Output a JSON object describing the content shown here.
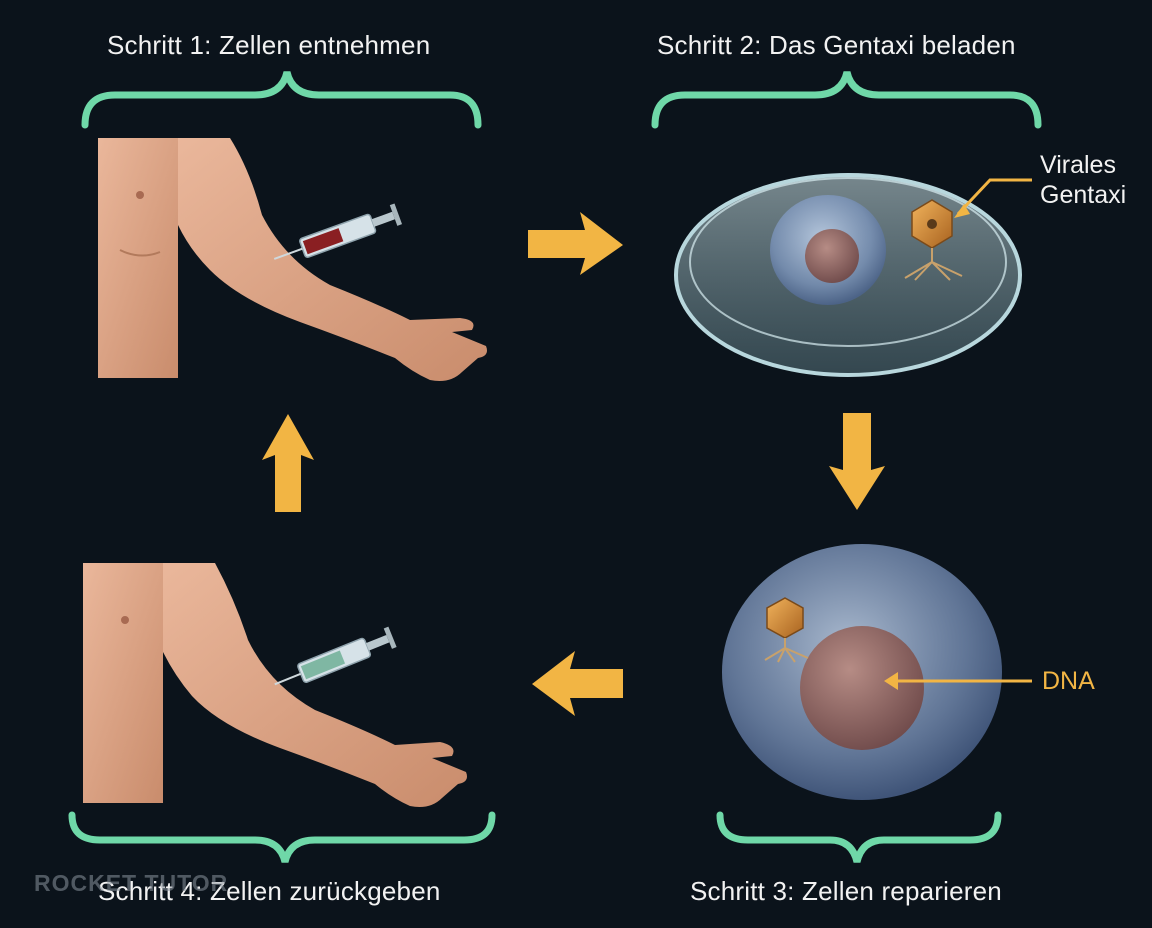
{
  "steps": {
    "step1": "Schritt 1: Zellen entnehmen",
    "step2": "Schritt 2: Das Gentaxi beladen",
    "step3": "Schritt 3: Zellen reparieren",
    "step4": "Schritt 4: Zellen zurückgeben"
  },
  "callouts": {
    "virus_line1": "Virales",
    "virus_line2": "Gentaxi",
    "dna": "DNA"
  },
  "watermark": "ROCKET TUTOR",
  "colors": {
    "background": "#0b131b",
    "bracket": "#6fd8a8",
    "arrow": "#f2b544",
    "callout_text": "#f2b544",
    "label_text": "#f2f2f2"
  },
  "icons": [
    "arm-with-syringe-blood",
    "petri-dish",
    "virus-particle",
    "cell-with-nucleus",
    "arm-with-syringe-green"
  ]
}
